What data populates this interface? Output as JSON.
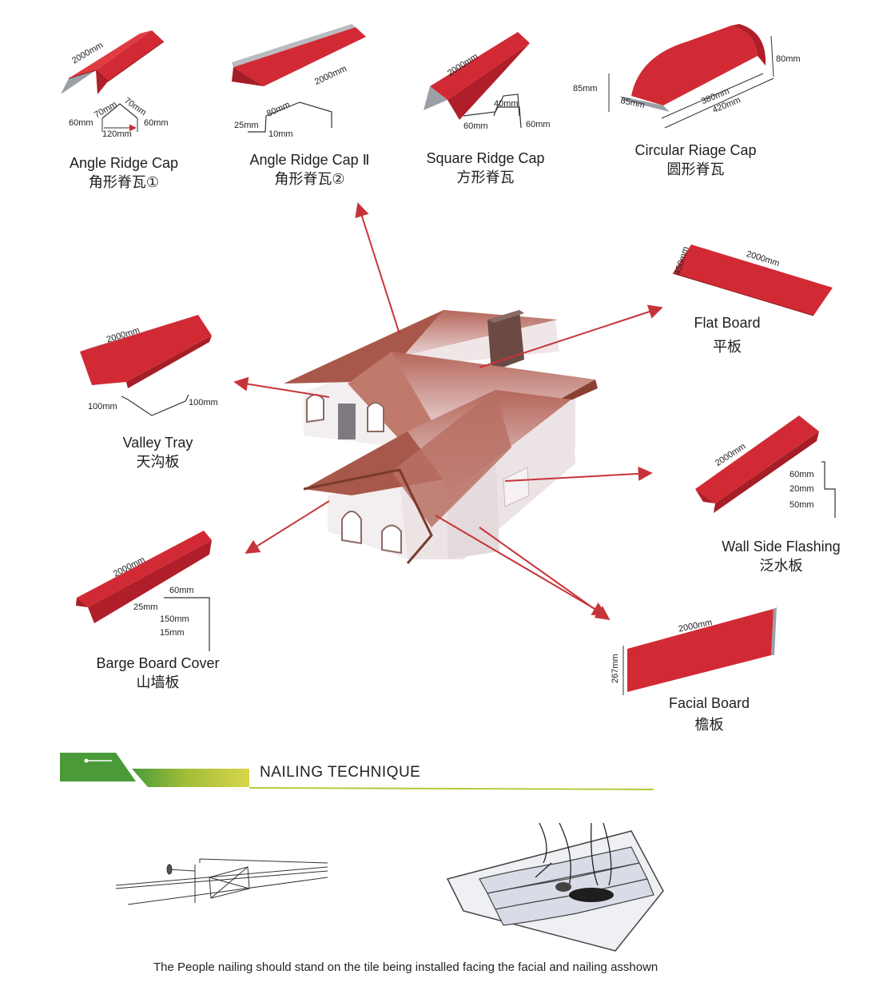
{
  "products": {
    "angle_ridge_cap_1": {
      "name": "Angle Ridge Cap",
      "cn": "角形脊瓦①",
      "dims": {
        "length": "2000mm",
        "flank_a": "70mm",
        "flank_b": "70mm",
        "left": "60mm",
        "right": "60mm",
        "width": "120mm"
      }
    },
    "angle_ridge_cap_2": {
      "name": "Angle Ridge Cap Ⅱ",
      "cn": "角形脊瓦②",
      "dims": {
        "length": "2000mm",
        "flank": "80mm",
        "left": "25mm",
        "lip": "10mm"
      }
    },
    "square_ridge_cap": {
      "name": "Square Ridge Cap",
      "cn": "方形脊瓦",
      "dims": {
        "length": "2000mm",
        "top": "40mm",
        "left": "60mm",
        "right": "60mm"
      }
    },
    "circular_ridge_cap": {
      "name": "Circular Riage Cap",
      "cn": "圆形脊瓦",
      "dims": {
        "height": "85mm",
        "flange": "85mm",
        "inner": "380mm",
        "outer": "420mm",
        "rise": "80mm"
      }
    },
    "flat_board": {
      "name": "Flat Board",
      "cn": "平板",
      "dims": {
        "width": "450mm",
        "length": "2000mm"
      }
    },
    "valley_tray": {
      "name": "Valley Tray",
      "cn": "天沟板",
      "dims": {
        "length": "2000mm",
        "left": "100mm",
        "right": "100mm"
      }
    },
    "wall_side_flashing": {
      "name": "Wall Side Flashing",
      "cn": "泛水板",
      "dims": {
        "length": "2000mm",
        "a": "60mm",
        "b": "20mm",
        "c": "50mm"
      }
    },
    "barge_board_cover": {
      "name": "Barge Board Cover",
      "cn": "山墙板",
      "dims": {
        "length": "2000mm",
        "top": "60mm",
        "left": "25mm",
        "height": "150mm",
        "lip": "15mm"
      }
    },
    "facial_board": {
      "name": "Facial Board",
      "cn": "檐板",
      "dims": {
        "length": "2000mm",
        "height": "267mm"
      }
    }
  },
  "nailing": {
    "title": "NAILING TECHNIQUE",
    "text": "The People nailing should stand on the tile being  installed facing the facial and nailing asshown"
  },
  "colors": {
    "tile": "#d22a34",
    "tile_dark": "#a51d26",
    "tile_edge": "#9aa0a6",
    "roof": "#a8584a",
    "wall": "#f3eef0",
    "arrow": "#c7333a",
    "green": "#4a9a3a",
    "olive": "#b8c93a"
  }
}
